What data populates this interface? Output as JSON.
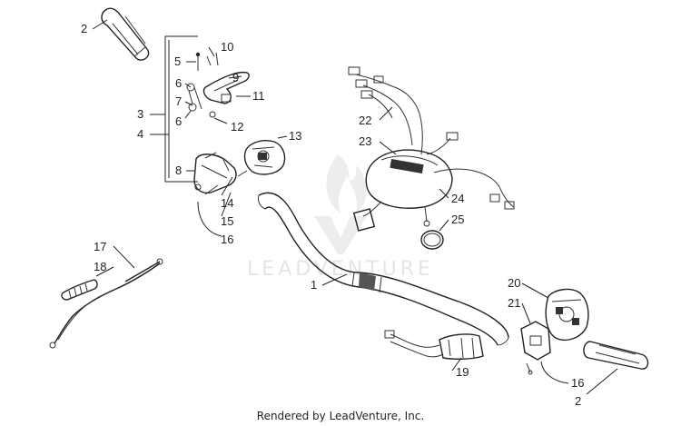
{
  "diagram": {
    "watermark_text": "LEADVENTURE",
    "footer_text": "Rendered by LeadVenture, Inc.",
    "callouts": {
      "c2_top": "2",
      "c2_bottom": "2",
      "c1": "1",
      "c3": "3",
      "c4": "4",
      "c5": "5",
      "c6a": "6",
      "c6b": "6",
      "c7": "7",
      "c8": "8",
      "c9": "9",
      "c10": "10",
      "c11": "11",
      "c12": "12",
      "c13": "13",
      "c14": "14",
      "c15": "15",
      "c16a": "16",
      "c16b": "16",
      "c17": "17",
      "c18": "18",
      "c19": "19",
      "c20": "20",
      "c21": "21",
      "c22": "22",
      "c23": "23",
      "c24": "24",
      "c25": "25"
    }
  }
}
